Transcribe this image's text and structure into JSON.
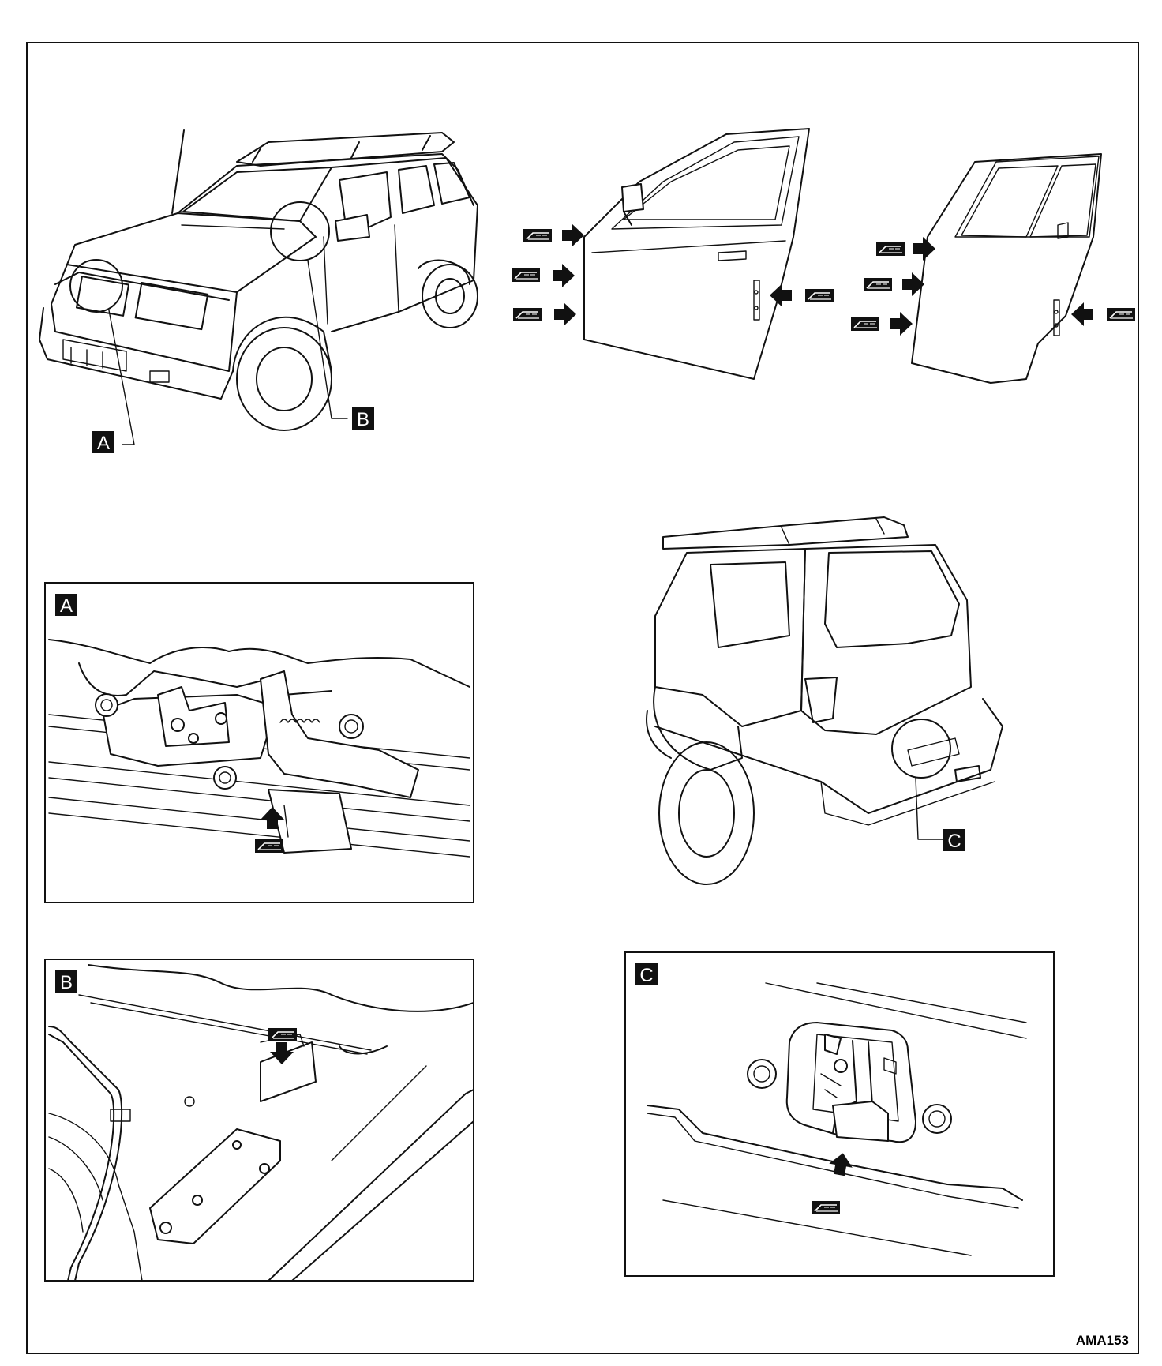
{
  "figure": {
    "code": "AMA153",
    "callouts": {
      "a": "A",
      "b": "B",
      "c": "C"
    },
    "detail_labels": {
      "a": "A",
      "b": "B",
      "c": "C"
    },
    "symbol_icon": "grease-apply-symbol",
    "arrow_icon": "arrow-icon",
    "ink_color": "#111111",
    "paper_color": "#ffffff"
  }
}
